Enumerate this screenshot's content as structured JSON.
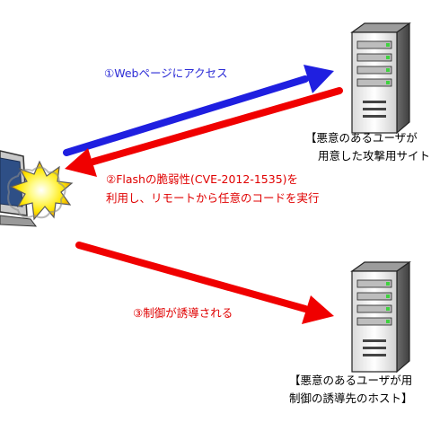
{
  "steps": {
    "step1": "①Webページにアクセス",
    "step2_line1": "②Flashの脆弱性(CVE-2012-1535)を",
    "step2_line2": "利用し、リモートから任意のコードを実行",
    "step3": "③制御が誘導される"
  },
  "captions": {
    "server1_line1": "【悪意のあるユーザが",
    "server1_line2": "用意した攻撃用サイト",
    "server2_line1": "【悪意のあるユーザが用",
    "server2_line2": "制御の誘導先のホスト】"
  },
  "colors": {
    "blue_arrow": "#1f1fe0",
    "red_arrow": "#f00000",
    "blue_text": "#2b2bd6",
    "red_text": "#e00000"
  },
  "icons": [
    "server-icon",
    "client-pc-icon",
    "explosion-icon"
  ]
}
